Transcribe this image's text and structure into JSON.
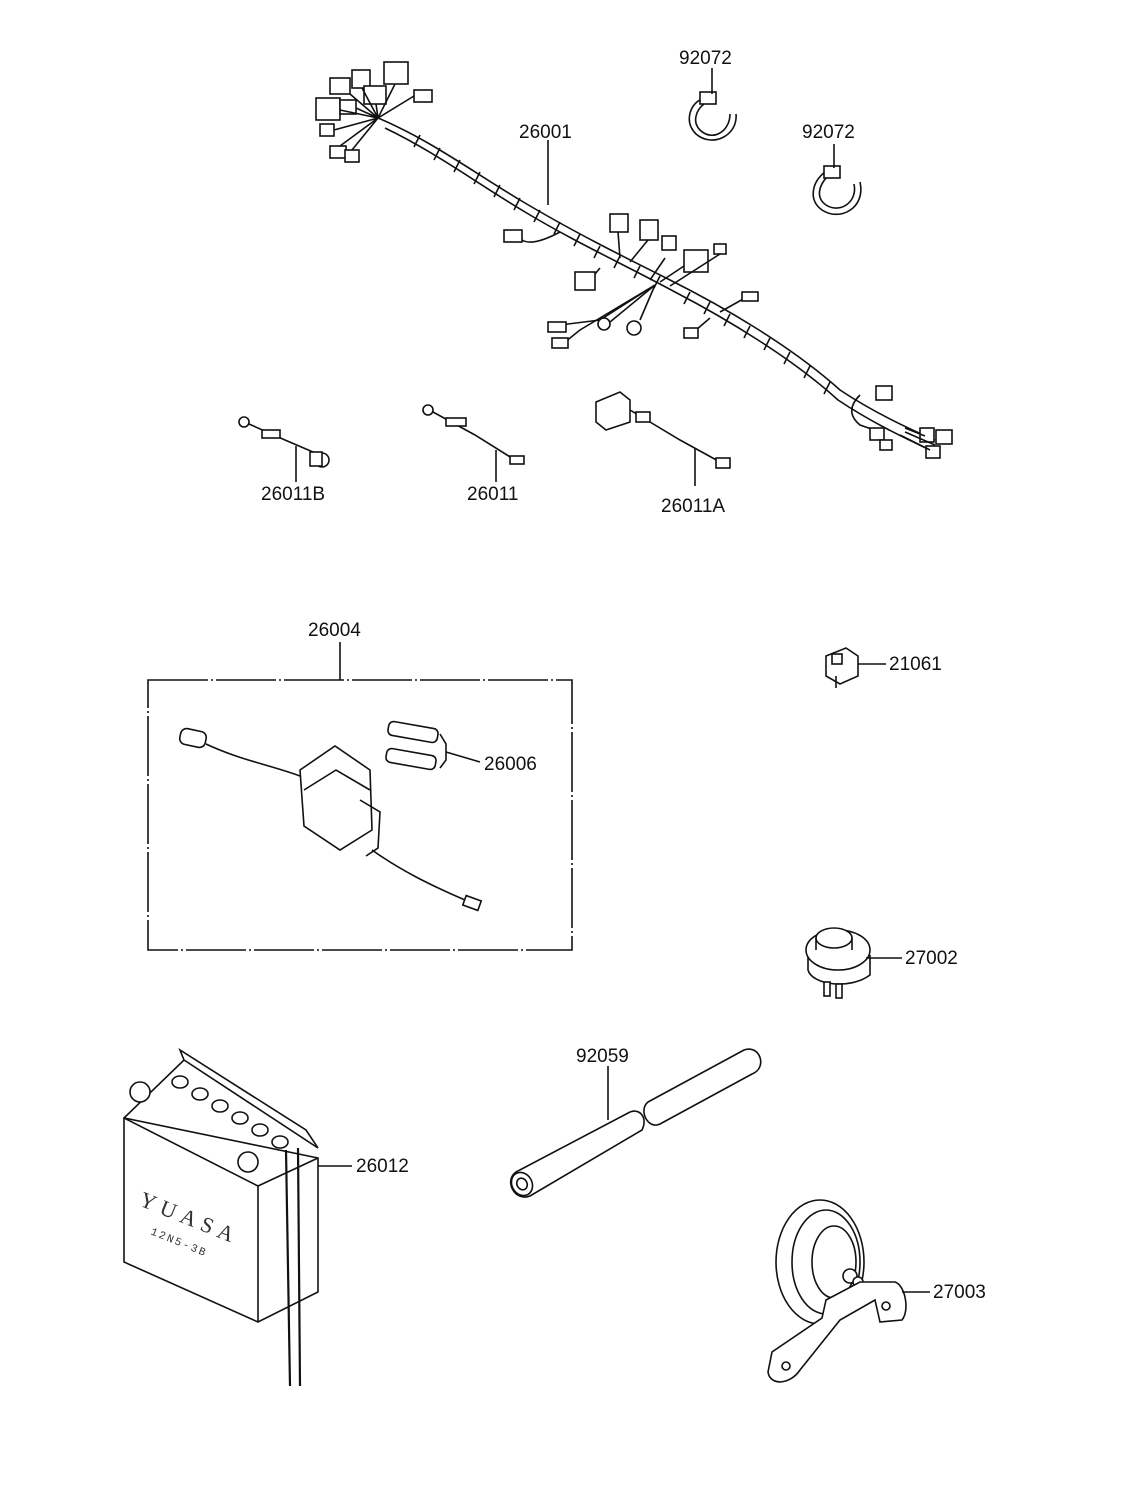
{
  "parts": {
    "main_harness": "26001",
    "band_upper": "92072",
    "band_lower": "92072",
    "lead_b": "26011B",
    "lead": "26011",
    "lead_a": "26011A",
    "fuse_box_assy": "26004",
    "fuse": "26006",
    "relay": "21061",
    "flasher": "27002",
    "tube": "92059",
    "battery": "26012",
    "horn": "27003"
  },
  "battery_marking": {
    "brand": "YUASA",
    "model": "12N5-3B"
  }
}
